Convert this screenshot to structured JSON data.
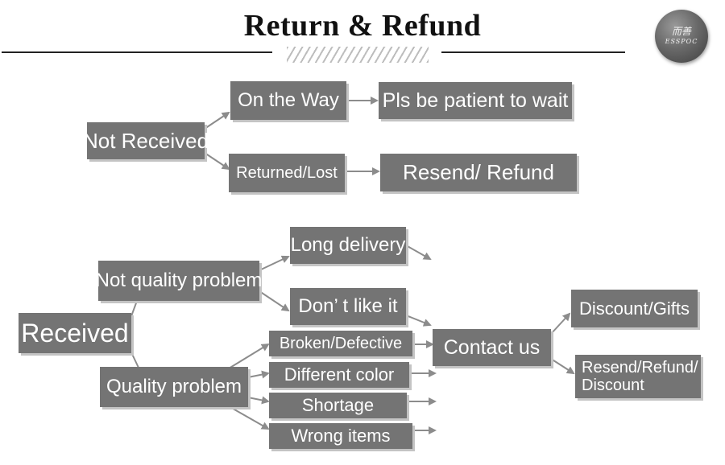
{
  "title": "Return & Refund",
  "logo": {
    "line1": "而善",
    "line2": "ESSPOC"
  },
  "nodes": {
    "not_received": "Not Received",
    "on_the_way": "On the Way",
    "be_patient": "Pls be patient to wait",
    "returned_lost": "Returned/Lost",
    "resend_refund": "Resend/ Refund",
    "received": "Received",
    "not_quality_problem": "Not quality problem",
    "long_delivery": "Long delivery",
    "dont_like_it": "Don’ t like it",
    "quality_problem": "Quality problem",
    "broken_defective": "Broken/Defective",
    "different_color": "Different color",
    "shortage": "Shortage",
    "wrong_items": "Wrong items",
    "contact_us": "Contact us",
    "discount_gifts": "Discount/Gifts",
    "resend_refund_discount": "Resend/Refund/ Discount"
  },
  "colors": {
    "box": "#747474",
    "box_text": "#ffffff",
    "arrow": "#8c8c8c"
  }
}
